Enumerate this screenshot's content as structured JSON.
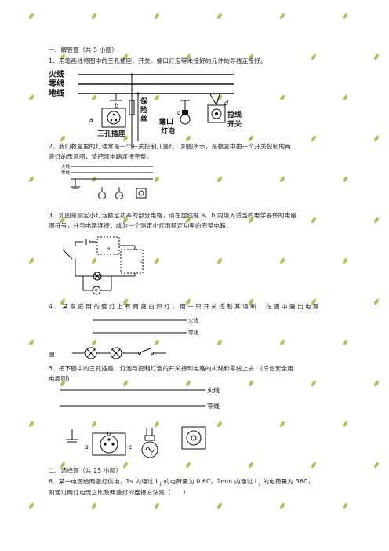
{
  "section1": {
    "heading": "一、解答题（共 5 小题）",
    "q1": "1、用笔画线将图中的三孔插座、开关、螺口灯泡等未接好的元件的导线连接好。",
    "q1_fig": {
      "wire_live": "火线",
      "wire_neutral": "零线",
      "wire_ground": "地线",
      "fuse": [
        "保",
        "险",
        "丝"
      ],
      "socket": "三孔插座",
      "bulb": [
        "螺口",
        "灯泡"
      ],
      "switch": [
        "拉线",
        "开关"
      ],
      "a": "a",
      "b": "b",
      "c": "c",
      "d": "d"
    },
    "q2": [
      "2、我们教室里的灯通常是一个开关控制几盏灯．如图所示，是教室中由一个开关控制的两",
      "盏灯的示意图，请把该电路连接完整。"
    ],
    "q2_fig": {
      "wire_live": "火线",
      "wire_neutral": "零线"
    },
    "q3": [
      "3、如图是测定小灯泡额定功率的部分电路，请在虚线框 a、b 内填入适当的电学器件的电路",
      "图符号，并与电路连接，成为一个测定小灯泡额定功率的完整电路."
    ],
    "q3_fig": {
      "a": "a",
      "b": "b",
      "meter": "V"
    },
    "q4": "4、某家庭用的壁灯上有两盏白炽灯，用一只开关控制其通断．在图中画出电路",
    "q4_tail": "图．",
    "q4_fig": {
      "wire_live": "火线",
      "wire_neutral": "零线"
    },
    "q5": [
      "5、把下图中的三孔插座、灯泡与控制灯泡的开关接到电路的火线和零线上去．(符合安全用",
      "电原则)"
    ],
    "q5_fig": {
      "wire_live": "火线",
      "wire_neutral": "零线",
      "a": "a",
      "b": "b",
      "c": "c"
    }
  },
  "section2": {
    "heading": "二、选择题（共 25 小题）",
    "q6": [
      "6、某一电源给两盏灯供电，1s 内通过 L",
      "1",
      " 的电荷量为 0.6C，1min 内通过 L",
      "2",
      " 的电荷量为 36C，"
    ],
    "q6b": "则通过两灯电流之比及两盏灯的连接方法是（　　）"
  }
}
